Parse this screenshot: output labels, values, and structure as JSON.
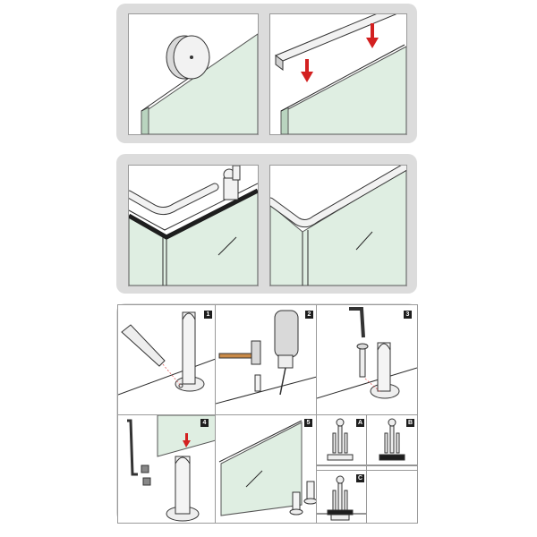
{
  "colors": {
    "glass": "#dfeee2",
    "glass_edge": "#b9d4bf",
    "arrow_red": "#d32020",
    "laser_red": "#e06060",
    "frame_gray": "#dcdcdc",
    "badge": "#1e1e1e",
    "handle_wood": "#c98a48",
    "seal_black": "#1e1e1e"
  },
  "steps": [
    {
      "label": "1"
    },
    {
      "label": "2"
    },
    {
      "label": "3"
    },
    {
      "label": "4"
    },
    {
      "label": "5"
    }
  ],
  "variants": [
    {
      "label": "A"
    },
    {
      "label": "B"
    },
    {
      "label": "C"
    }
  ],
  "icons": [
    "seal-roll-icon",
    "u-channel-icon",
    "down-arrow-icon",
    "corner-connector-icon",
    "glass-clamp-icon",
    "marker-pen-icon",
    "drill-icon",
    "hammer-icon",
    "allen-key-icon",
    "bolt-icon",
    "wall-plug-icon"
  ]
}
